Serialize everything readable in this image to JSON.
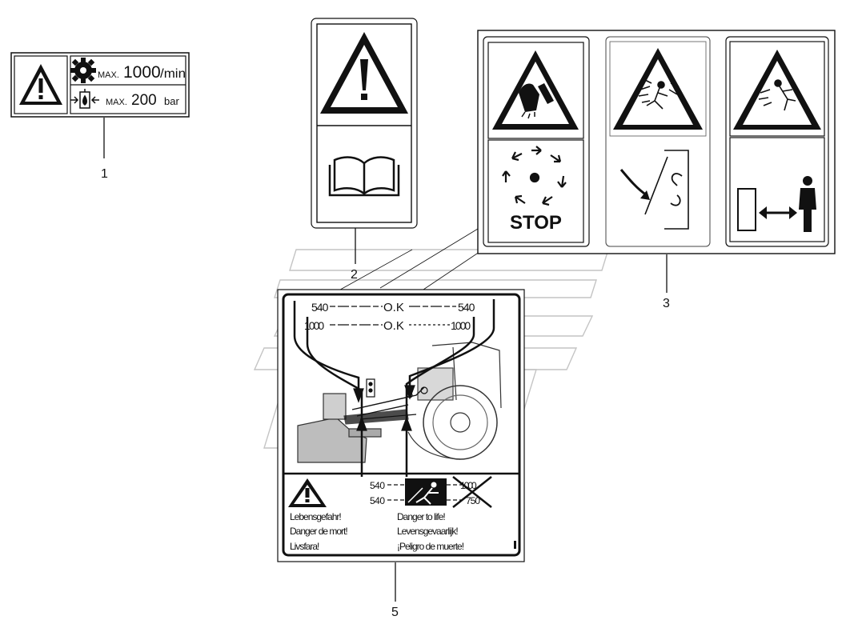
{
  "callouts": {
    "c1": "1",
    "c2": "2",
    "c3": "3",
    "c5": "5"
  },
  "decal1": {
    "rpm_prefix": "MAX.",
    "rpm_value": "1000",
    "rpm_unit": "/min",
    "pressure_prefix": "MAX.",
    "pressure_value": "200",
    "pressure_unit": "bar"
  },
  "decal3": {
    "stop_label": "STOP"
  },
  "decal5": {
    "row1_left": "540",
    "row1_ok": "O.K",
    "row1_right": "540",
    "row2_left": "1000",
    "row2_ok": "O.K",
    "row2_right": "1000",
    "speed_540_a": "540",
    "speed_1000": "1000",
    "speed_540_b": "540",
    "speed_750": "750",
    "warn_de": "Lebensgefahr!",
    "warn_fr": "Danger de mort!",
    "warn_sv": "Livsfara!",
    "warn_en": "Danger to life!",
    "warn_nl": "Levensgevaarlijk!",
    "warn_es": "¡Peligro de muerte!"
  },
  "icons": {
    "warning": "warning-triangle-icon",
    "gear": "gear-icon",
    "hydraulic": "hydraulic-pressure-icon",
    "manual": "open-book-icon",
    "hand_crush": "hand-crush-icon",
    "rotation": "rotating-parts-icon",
    "thrown_object": "thrown-object-icon",
    "safe_distance": "safe-distance-icon"
  },
  "colors": {
    "ink": "#111111",
    "watermark": "#c8c8c8"
  }
}
